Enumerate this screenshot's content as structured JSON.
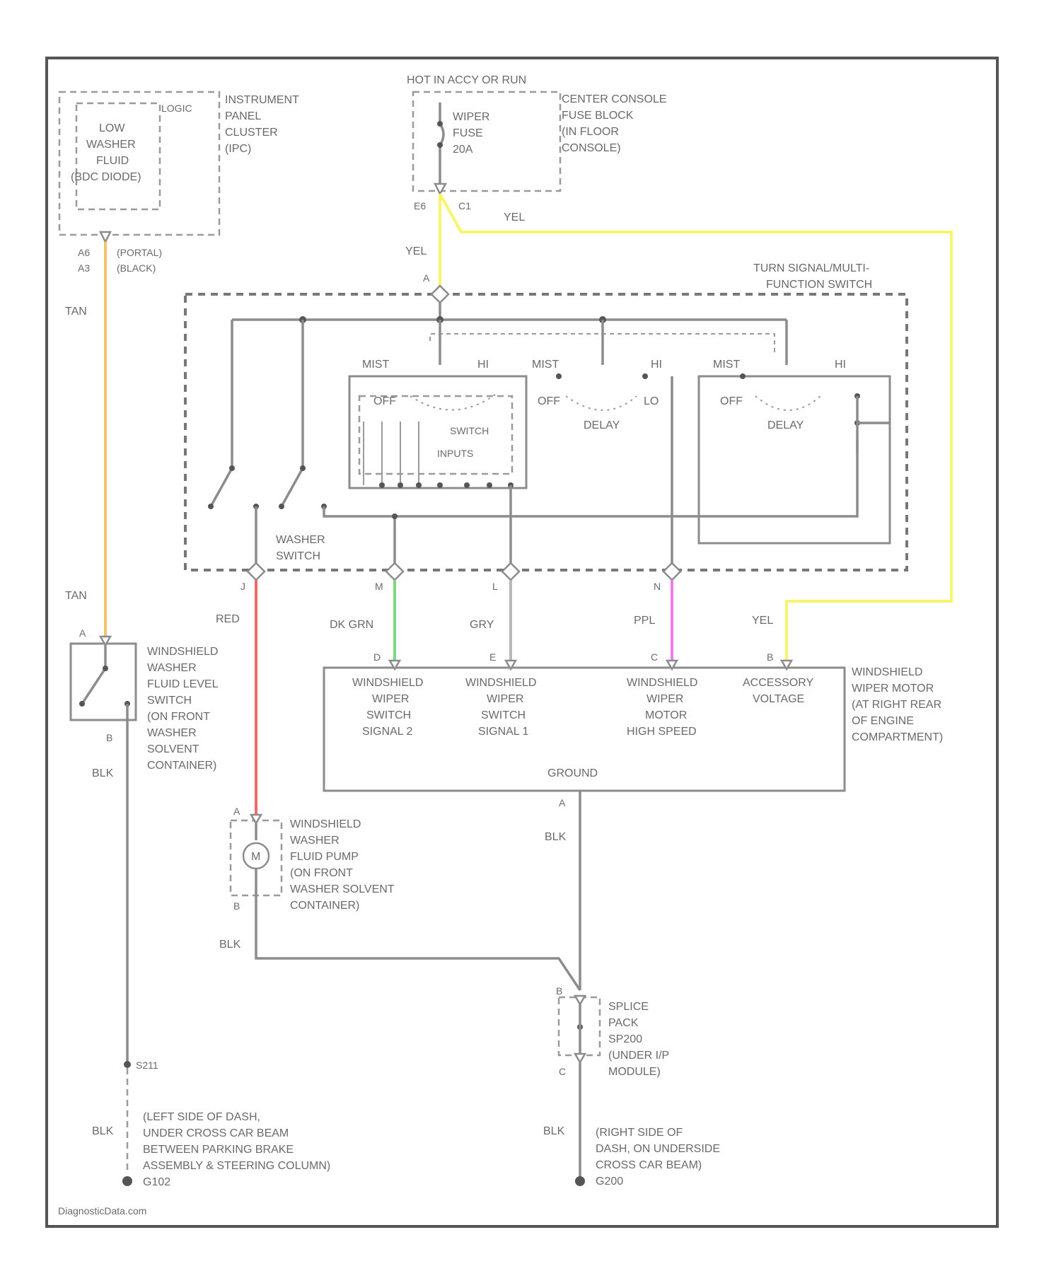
{
  "colors": {
    "tan": "#f2c46a",
    "yellow": "#f7f56b",
    "red": "#f06a6a",
    "dk_green": "#7ed67e",
    "gray": "#b9b9b9",
    "purple": "#f07af0",
    "black": "#8c8c8c"
  },
  "power": {
    "label": "HOT IN ACCY OR RUN"
  },
  "fuse_block": {
    "label_lines": [
      "CENTER CONSOLE",
      "FUSE BLOCK",
      "(IN FLOOR",
      "CONSOLE)"
    ],
    "fuse_lines": [
      "WIPER",
      "FUSE",
      "20A"
    ],
    "pin_left": "E6",
    "pin_right": "C1"
  },
  "ipc": {
    "logic_label": "LOGIC",
    "indicator_lines": [
      "LOW",
      "WASHER",
      "FLUID",
      "(BDC DIODE)"
    ],
    "label_lines": [
      "INSTRUMENT",
      "PANEL",
      "CLUSTER",
      "(IPC)"
    ],
    "pin_top": "A6",
    "pin_bottom": "A3",
    "connector_top": "(PORTAL)",
    "connector_bottom": "(BLACK)"
  },
  "mfs": {
    "label_lines": [
      "TURN SIGNAL/MULTI-",
      "FUNCTION SWITCH"
    ],
    "pin_top": "A",
    "washer_switch_lines": [
      "WASHER",
      "SWITCH"
    ],
    "left_switch": {
      "mist": "MIST",
      "hi": "HI",
      "off": "OFF",
      "caption_lines": [
        "SWITCH",
        "INPUTS"
      ]
    },
    "mid_switch": {
      "mist": "MIST",
      "hi": "HI",
      "off": "OFF",
      "lo": "LO",
      "caption": "DELAY"
    },
    "right_switch": {
      "mist": "MIST",
      "hi": "HI",
      "off": "OFF",
      "caption": "DELAY"
    },
    "pins": [
      "J",
      "M",
      "L",
      "N"
    ]
  },
  "wires": {
    "tan_top": "TAN",
    "tan_bottom": "TAN",
    "yel_1": "YEL",
    "yel_2": "YEL",
    "yel_3": "YEL",
    "red": "RED",
    "dk_grn": "DK GRN",
    "gry": "GRY",
    "ppl": "PPL",
    "blk_1": "BLK",
    "blk_2": "BLK",
    "blk_3": "BLK",
    "blk_4": "BLK",
    "blk_5": "BLK"
  },
  "motor": {
    "label_lines": [
      "WINDSHIELD",
      "WIPER MOTOR",
      "(AT RIGHT REAR",
      "OF ENGINE",
      "COMPARTMENT)"
    ],
    "pin_d": "D",
    "pin_e": "E",
    "pin_c": "C",
    "pin_b": "B",
    "term1_lines": [
      "WINDSHIELD",
      "WIPER",
      "SWITCH",
      "SIGNAL 2"
    ],
    "term2_lines": [
      "WINDSHIELD",
      "WIPER",
      "SWITCH",
      "SIGNAL 1"
    ],
    "term3_lines": [
      "WINDSHIELD",
      "WIPER",
      "MOTOR",
      "HIGH SPEED"
    ],
    "term4_lines": [
      "ACCESSORY",
      "VOLTAGE"
    ],
    "ground_label": "GROUND",
    "ground_pin": "A"
  },
  "level_switch": {
    "label_lines": [
      "WINDSHIELD",
      "WASHER",
      "FLUID LEVEL",
      "SWITCH",
      "(ON FRONT",
      "WASHER",
      "SOLVENT",
      "CONTAINER)"
    ],
    "pin_a": "A",
    "pin_b": "B"
  },
  "pump": {
    "label_lines": [
      "WINDSHIELD",
      "WASHER",
      "FLUID PUMP",
      "(ON FRONT",
      "WASHER SOLVENT",
      "CONTAINER)"
    ],
    "pin_a": "A",
    "pin_b": "B",
    "motor_symbol": "M"
  },
  "splice": {
    "label_lines": [
      "SPLICE",
      "PACK",
      "SP200",
      "(UNDER I/P",
      "MODULE)"
    ],
    "pin_b": "B",
    "pin_c": "C"
  },
  "splice_left": {
    "label": "S211"
  },
  "ground_left": {
    "label_lines": [
      "(LEFT SIDE OF DASH,",
      "UNDER CROSS CAR BEAM",
      "BETWEEN PARKING BRAKE",
      "ASSEMBLY & STEERING COLUMN)",
      "G102"
    ]
  },
  "ground_right": {
    "label_lines": [
      "(RIGHT SIDE OF",
      "DASH, ON UNDERSIDE",
      "CROSS CAR BEAM)",
      "G200"
    ]
  },
  "watermark": "DiagnosticData.com"
}
